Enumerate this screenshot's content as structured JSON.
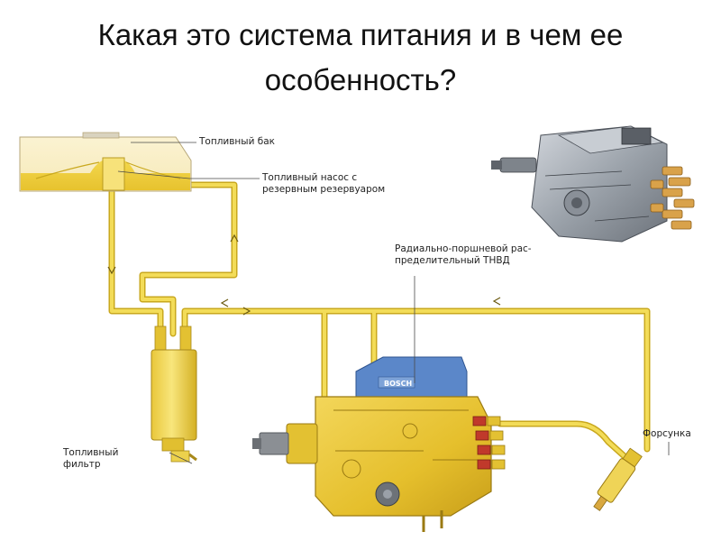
{
  "title": {
    "line1": "Какая это система питания и в чем ее",
    "line2": "особенность?"
  },
  "labels": {
    "fuel_tank": "Топливный бак",
    "fuel_pump_line1": "Топливный насос с",
    "fuel_pump_line2": "резервным резервуаром",
    "hpfp_line1": "Радиально-поршневой рас-",
    "hpfp_line2": "пределительный ТНВД",
    "injector": "Форсунка",
    "filter_line1": "Топливный",
    "filter_line2": "фильтр",
    "pump_brand": "BOSCH"
  },
  "colors": {
    "fuel_line": "#f2d84a",
    "fuel_line_edge": "#c9a81e",
    "fuel": "#f5dc5a",
    "pump_body": "#e8c530",
    "pump_cover": "#5b87c9",
    "photo_metal": "#9aa0a8",
    "injector_nozzle": "#d9a840"
  },
  "icons": [
    "fuel-tank-icon",
    "fuel-filter-icon",
    "injection-pump-icon",
    "injector-icon",
    "pump-photo-icon",
    "flow-arrow-icon"
  ]
}
